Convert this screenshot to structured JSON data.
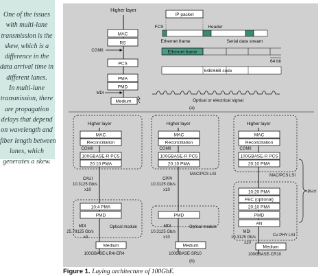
{
  "sidebar": {
    "lines": [
      "One of the issues",
      "with multi-lane",
      "transmission is the",
      "skew, which is a",
      "difference in the",
      "data arrival time in",
      "different lanes.",
      "In multi-lane",
      "transmission, there",
      "are propagation",
      "delays that depend",
      "on wavelength and",
      "fiber length between",
      "lanes, which",
      "generates a skew."
    ]
  },
  "part_a": {
    "higher_layer": "Higher layer",
    "mac": "MAC",
    "rs": "RS",
    "cgmii": "CGMII",
    "pcs": "PCS",
    "pma": "PMA",
    "pmd": "PMD",
    "mdi": "MDI",
    "medium": "Medium",
    "ip_packet": "IP packet",
    "fcs": "FCS",
    "header": "Header",
    "ethernet_frame": "Ethernet frame",
    "serial_data_stream": "Serial data stream",
    "ethernet_frame_2": "Ethernet frame",
    "bits_64": "64 bit",
    "code_64b66b": "64B/66B code",
    "optical_signal": "Optical or electrical signal",
    "label": "(a)"
  },
  "part_b": {
    "label": "(b)",
    "lr4": {
      "higher_layer": "Higher layer",
      "mac": "MAC",
      "reconciliation": "Reconciliation",
      "cgmii": "CGMII",
      "pcs": "100GBASE-R PCS",
      "pma_top": "20:10 PMA",
      "caui": "CAUI",
      "caui_rate": "10.3125 Gb/s",
      "caui_lanes": "x10",
      "pma_bottom": "10:4 PMA",
      "pmd": "PMD",
      "mdi": "MDI",
      "mdi_rate": "25.78125 Gb/s",
      "mdi_lanes": "x4",
      "optical_module": "Optical module",
      "medium": "Medium",
      "name": "100GBASE-LR4/-ER4"
    },
    "sr10": {
      "higher_layer": "Higher layer",
      "mac": "MAC",
      "reconciliation": "Reconciliation",
      "cgmii": "CGMII",
      "pcs": "100GBASE-R PCS",
      "pma": "20:10 PMA",
      "cppi": "CPPI",
      "cppi_rate": "10.3125 Gb/s",
      "cppi_lanes": "x10",
      "mac_pcs_lsi": "MAC/PCS LSI",
      "pmd": "PMD",
      "mdi": "MDI",
      "mdi_rate": "10.3125 Gb/s",
      "mdi_lanes": "x10",
      "optical_module": "Optical module",
      "medium": "Medium",
      "name": "100GBASE-SR10"
    },
    "cr10": {
      "higher_layer": "Higher layer",
      "mac": "MAC",
      "reconciliation": "Reconciliation",
      "cgmii": "CGMII",
      "pcs": "100GBASE-R PCS",
      "pma_top": "20:10 PMA",
      "mac_pcs_lsi": "MAC/PCS LSI",
      "pma_bottom": "10:20 PMA",
      "fec": "FEC (optional)",
      "pcs_2": "20:10 PMA",
      "pmd": "PMD",
      "an": "AN",
      "mdi": "MDI",
      "mdi_rate": "10.3125 Gb/s",
      "mdi_lanes": "x10",
      "cu_phy_lsi": "Cu PHY LSI",
      "phy": "PHY",
      "medium": "Medium",
      "name": "100GBASE-CR10"
    }
  },
  "caption": {
    "figure": "Figure 1.",
    "text": "Laying architecture of 100GbE."
  }
}
